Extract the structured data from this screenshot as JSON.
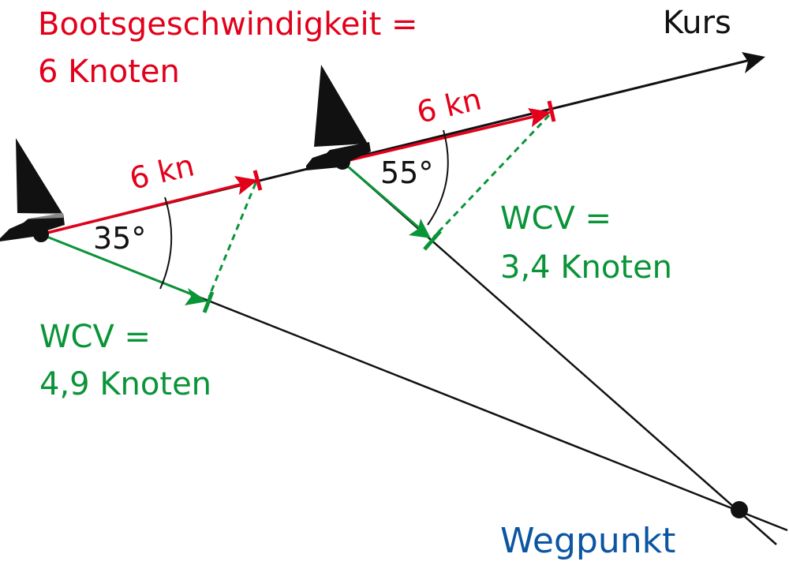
{
  "colors": {
    "speed": "#e2001a",
    "wcv": "#0a9438",
    "waypoint": "#0b55a2",
    "ink": "#111111"
  },
  "labels": {
    "title_line1": "Bootsgeschwindigkeit =",
    "title_line2": "6 Knoten",
    "course": "Kurs",
    "waypoint": "Wegpunkt"
  },
  "scenarios": [
    {
      "speed_label": "6 kn",
      "angle_label": "35°",
      "wcv_line1": "WCV =",
      "wcv_line2": "4,9 Knoten",
      "boat_speed_kn": 6,
      "angle_deg": 35,
      "wcv_kn": 4.9
    },
    {
      "speed_label": "6 kn",
      "angle_label": "55°",
      "wcv_line1": "WCV =",
      "wcv_line2": "3,4 Knoten",
      "boat_speed_kn": 6,
      "angle_deg": 55,
      "wcv_kn": 3.4
    }
  ]
}
